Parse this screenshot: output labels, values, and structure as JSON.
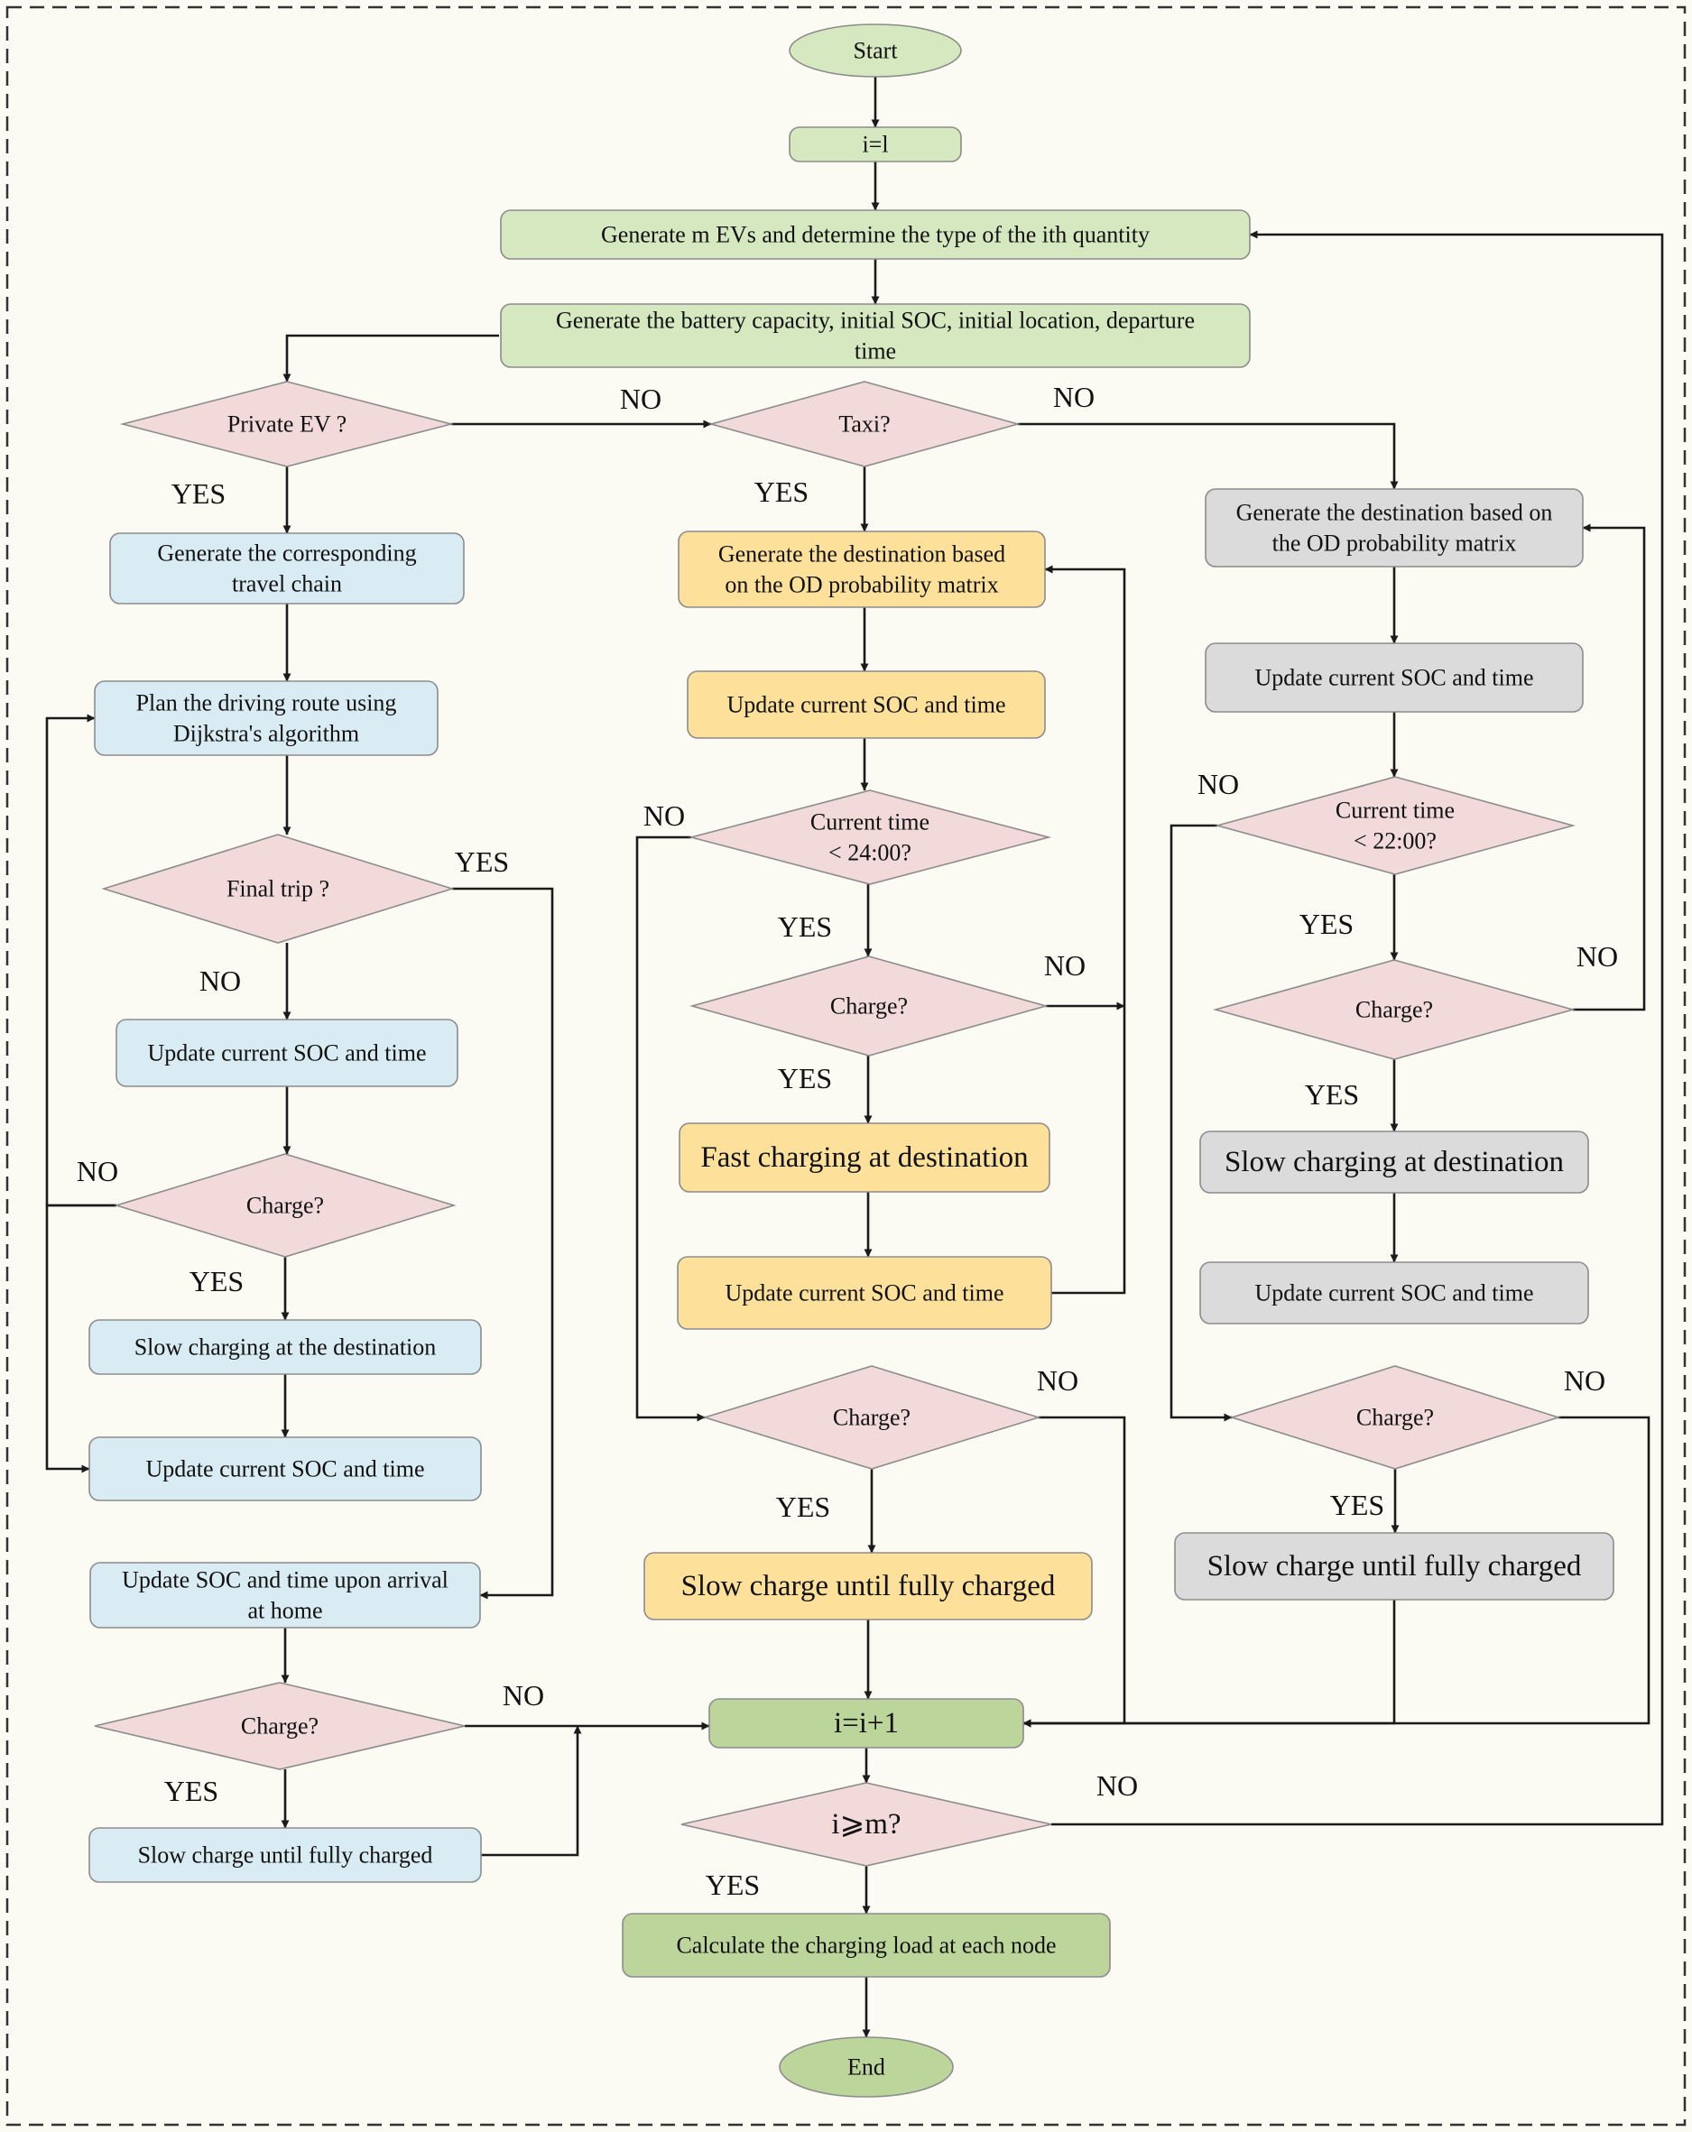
{
  "colors": {
    "green_light": "#d5e8bf",
    "green_dark": "#bcd59b",
    "pink": "#f2dada",
    "blue": "#d9ecf3",
    "yellow": "#fde09a",
    "gray": "#dbdbdb",
    "stroke": "#8c8c8c",
    "background": "#fbfbf3",
    "edge": "#1a1a1a"
  },
  "nodes": {
    "start": {
      "lines": [
        "Start"
      ]
    },
    "init": {
      "lines": [
        "i=l"
      ]
    },
    "generate_evs": {
      "lines": [
        "Generate m EVs and determine the type of the ith quantity"
      ]
    },
    "generate_battery": {
      "lines": [
        "Generate the battery capacity, initial SOC, initial location, departure",
        "time"
      ]
    },
    "private_ev": {
      "lines": [
        "Private EV ?"
      ]
    },
    "taxi": {
      "lines": [
        "Taxi?"
      ]
    },
    "p_travel_chain": {
      "lines": [
        "Generate the corresponding",
        "travel chain"
      ]
    },
    "p_plan_route": {
      "lines": [
        "Plan the driving route using",
        "Dijkstra's algorithm"
      ]
    },
    "p_final_trip": {
      "lines": [
        "Final trip ?"
      ]
    },
    "p_update1": {
      "lines": [
        "Update current SOC and time"
      ]
    },
    "p_charge1": {
      "lines": [
        "Charge?"
      ]
    },
    "p_slow_dest": {
      "lines": [
        "Slow charging at the destination"
      ]
    },
    "p_update2": {
      "lines": [
        "Update current SOC and time"
      ]
    },
    "p_arrival_home": {
      "lines": [
        "Update SOC and time upon arrival",
        "at home"
      ]
    },
    "p_charge2": {
      "lines": [
        "Charge?"
      ]
    },
    "p_slow_full": {
      "lines": [
        "Slow charge until fully charged"
      ]
    },
    "t_destination": {
      "lines": [
        "Generate the destination based",
        "on the OD probability matrix"
      ]
    },
    "t_update1": {
      "lines": [
        "Update current SOC and time"
      ]
    },
    "t_time_check": {
      "lines": [
        "Current time",
        "< 24:00?"
      ]
    },
    "t_charge1": {
      "lines": [
        "Charge?"
      ]
    },
    "t_fast": {
      "lines": [
        "Fast charging at destination"
      ]
    },
    "t_update2": {
      "lines": [
        "Update current SOC and time"
      ]
    },
    "t_charge2": {
      "lines": [
        "Charge?"
      ]
    },
    "t_slow_full": {
      "lines": [
        "Slow charge until fully charged"
      ]
    },
    "o_destination": {
      "lines": [
        "Generate the destination based on",
        "the OD probability matrix"
      ]
    },
    "o_update1": {
      "lines": [
        "Update current SOC and time"
      ]
    },
    "o_time_check": {
      "lines": [
        "Current time",
        "< 22:00?"
      ]
    },
    "o_charge1": {
      "lines": [
        "Charge?"
      ]
    },
    "o_slow_dest": {
      "lines": [
        "Slow charging at destination"
      ]
    },
    "o_update2": {
      "lines": [
        "Update current SOC and time"
      ]
    },
    "o_charge2": {
      "lines": [
        "Charge?"
      ]
    },
    "o_slow_full": {
      "lines": [
        "Slow charge until fully charged"
      ]
    },
    "increment": {
      "lines": [
        "i=i+1"
      ]
    },
    "loop_check": {
      "lines": [
        "i⩾m?"
      ]
    },
    "calc_load": {
      "lines": [
        "Calculate the charging load at each node"
      ]
    },
    "end": {
      "lines": [
        "End"
      ]
    }
  },
  "labels": {
    "yes": "YES",
    "no": "NO"
  }
}
